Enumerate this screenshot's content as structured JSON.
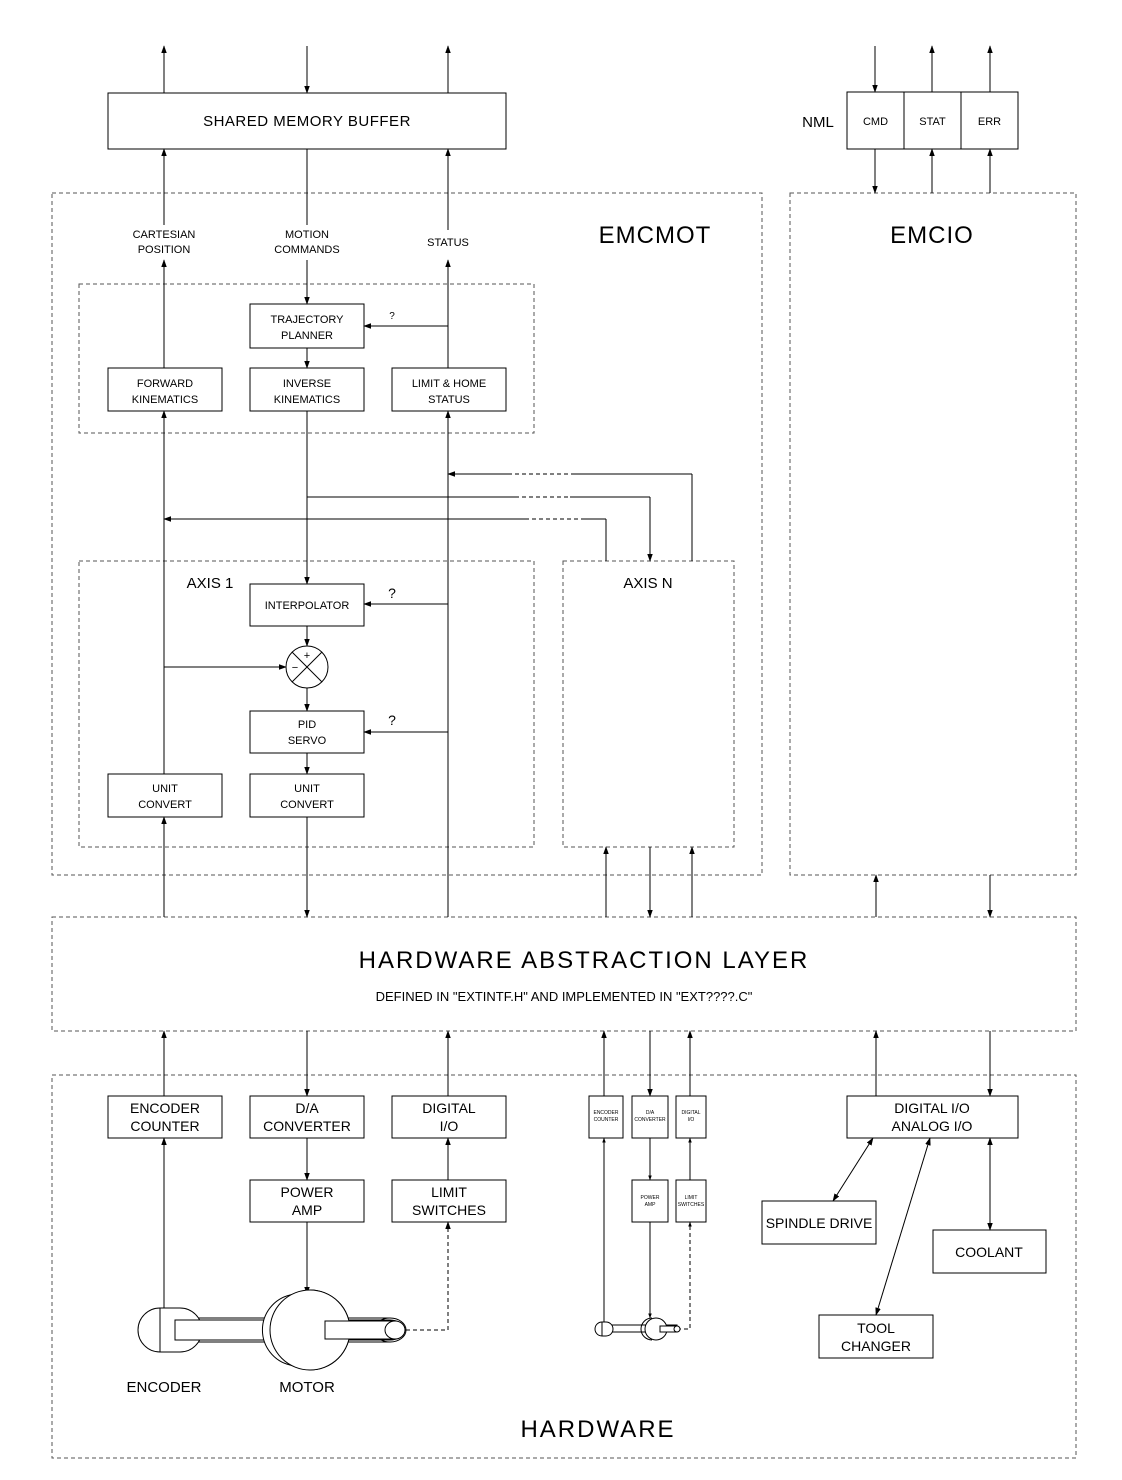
{
  "nml": {
    "label": "NML",
    "cmd": "CMD",
    "stat": "STAT",
    "err": "ERR"
  },
  "shared_memory": "SHARED MEMORY BUFFER",
  "emcmot": {
    "title": "EMCMOT",
    "signals": {
      "cartesian": [
        "CARTESIAN",
        "POSITION"
      ],
      "motion": [
        "MOTION",
        "COMMANDS"
      ],
      "status": "STATUS"
    },
    "trajectory": [
      "TRAJECTORY",
      "PLANNER"
    ],
    "forward": [
      "FORWARD",
      "KINEMATICS"
    ],
    "inverse": [
      "INVERSE",
      "KINEMATICS"
    ],
    "limit_home": [
      "LIMIT & HOME",
      "STATUS"
    ],
    "query": "?"
  },
  "axis1": {
    "title": "AXIS 1",
    "interpolator": "INTERPOLATOR",
    "pid": [
      "PID",
      "SERVO"
    ],
    "unit_left": [
      "UNIT",
      "CONVERT"
    ],
    "unit_right": [
      "UNIT",
      "CONVERT"
    ],
    "summer_plus": "+",
    "summer_minus": "−"
  },
  "axisN": {
    "title": "AXIS N"
  },
  "emcio": {
    "title": "EMCIO"
  },
  "hal": {
    "title": "HARDWARE ABSTRACTION LAYER",
    "subtitle": "DEFINED IN \"EXTINTF.H\" AND IMPLEMENTED IN \"EXT????.C\""
  },
  "hardware": {
    "title": "HARDWARE",
    "encoder_counter": [
      "ENCODER",
      "COUNTER"
    ],
    "da_converter": [
      "D/A",
      "CONVERTER"
    ],
    "digital_io": [
      "DIGITAL",
      "I/O"
    ],
    "power_amp": [
      "POWER",
      "AMP"
    ],
    "limit_switches": [
      "LIMIT",
      "SWITCHES"
    ],
    "encoder": "ENCODER",
    "motor": "MOTOR",
    "small_encoder_counter": [
      "ENCODER",
      "COUNTER"
    ],
    "small_da_converter": [
      "D/A",
      "CONVERTER"
    ],
    "small_digital_io": [
      "DIGITAL",
      "I/O"
    ],
    "small_power_amp": [
      "POWER",
      "AMP"
    ],
    "small_limit_switches": [
      "LIMIT",
      "SWITCHES"
    ],
    "io_box": [
      "DIGITAL I/O",
      "ANALOG I/O"
    ],
    "spindle": "SPINDLE DRIVE",
    "coolant": "COOLANT",
    "tool_changer": [
      "TOOL",
      "CHANGER"
    ]
  }
}
